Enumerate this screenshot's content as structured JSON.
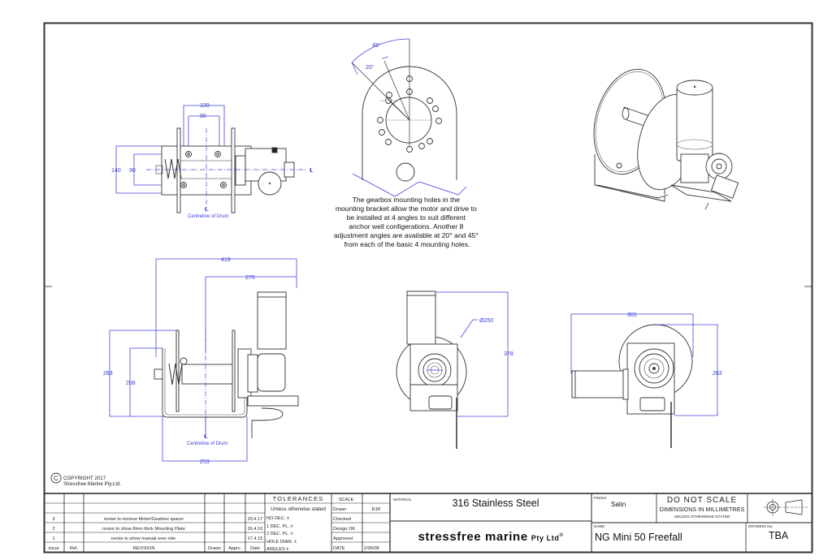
{
  "drawing": {
    "plan_view": {
      "dims": {
        "outer_width": "120",
        "inner_width": "90",
        "outer_height": "140",
        "inner_height": "90"
      },
      "centreline_label": "Centreline of Drum",
      "cl_symbol": "℄",
      "cl_end_label": "℄"
    },
    "bracket_view": {
      "angle_outer": "45°",
      "angle_inner": "20°",
      "note_lines": [
        "The gearbox mounting holes in the",
        "mounting bracket allow the motor and drive to",
        "be installed at 4 angles to suit different",
        "anchor well configerations. Another 8",
        "adjustment angles are available at 20° and 45°",
        "from each of the basic 4 mounting holes."
      ]
    },
    "side_view": {
      "dims": {
        "overall_length": "419",
        "drive_offset": "270",
        "overall_height": "263",
        "drum_height": "208",
        "base_width": "253"
      },
      "centreline_label": "Centreline of Drum",
      "cl_symbol": "℄"
    },
    "end_view": {
      "dims": {
        "drum_diameter": "Ø250",
        "overall_height": "378"
      }
    },
    "rear_view": {
      "dims": {
        "overall_width": "365",
        "overall_height": "263"
      }
    }
  },
  "copyright": {
    "symbol": "C",
    "line1": "COPYRIGHT 2017",
    "line2": "Stressfree Marine Pty.Ltd."
  },
  "title_block": {
    "revisions": [
      {
        "issue": "",
        "ref": "",
        "revision": "",
        "drawn": "",
        "appr": "",
        "date": ""
      },
      {
        "issue": "",
        "ref": "",
        "revision": "",
        "drawn": "",
        "appr": "",
        "date": ""
      },
      {
        "issue": "3",
        "ref": "",
        "revision": "revise to remove Motor/Gearbox spacer",
        "drawn": "",
        "appr": "",
        "date": "20.4.17"
      },
      {
        "issue": "2",
        "ref": "",
        "revision": "revise to show 8mm thick Mounting Plate",
        "drawn": "",
        "appr": "",
        "date": "26.4.16"
      },
      {
        "issue": "1",
        "ref": "",
        "revision": "revise to show manual over ride.",
        "drawn": "",
        "appr": "",
        "date": "17.4.15"
      }
    ],
    "revision_headers": {
      "issue": "Issue",
      "ref": "Ref.",
      "revision": "REVISION",
      "drawn": "Drawn",
      "appr": "Apprv.",
      "date": "Date"
    },
    "tolerances": {
      "title": "TOLERANCES",
      "subtitle": "Unless otherwise stated",
      "lines": [
        "NO DEC. ±",
        "1 DEC. PL. ±",
        "2 DEC. PL. ±",
        "HOLE DIAM. ±",
        "ANGLES ±"
      ]
    },
    "approvals": {
      "scale_label": "SCALE",
      "scale_value": "",
      "drawn_label": "Drawn",
      "drawn_value": "RJR",
      "checked_label": "Checked",
      "checked_value": "",
      "design_label": "Design OK",
      "design_value": "",
      "approved_label": "Approved",
      "approved_value": "",
      "date_label": "DATE",
      "date_value": "2/05/08"
    },
    "material_label": "MATERIAL",
    "material_value": "316 Stainless Steel",
    "company": {
      "name": "stressfree marine",
      "suffix": "Pty Ltd",
      "reg": "®"
    },
    "finish_label": "FINISH",
    "finish_value": "Satin",
    "scale_note": {
      "line1": "DO NOT SCALE",
      "line2": "DIMENSIONS IN MILLIMETRES",
      "line3": "UNLESS OTHERWISE STATED"
    },
    "name_label": "NAME",
    "name_value": "NG Mini 50 Freefall",
    "drawing_no_label": "DRAWING No.",
    "drawing_no_value": "TBA",
    "projection_symbol": "third-angle-projection-icon"
  }
}
